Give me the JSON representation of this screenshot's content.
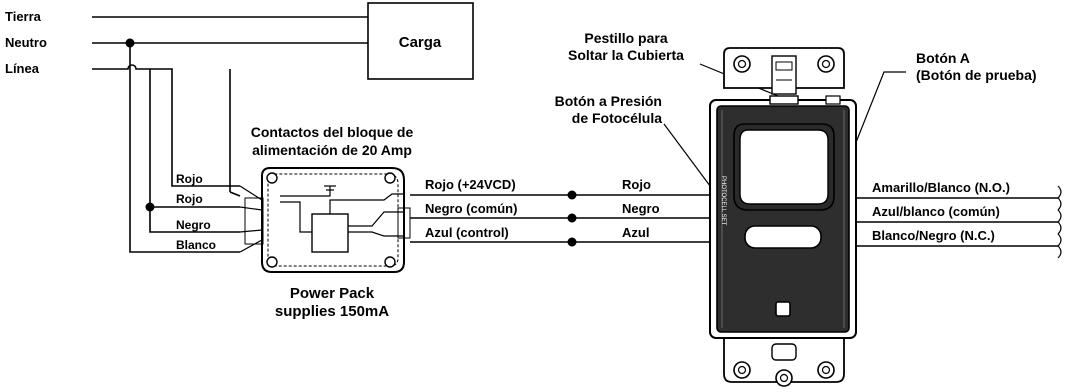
{
  "supply": {
    "ground": "Tierra",
    "neutral": "Neutro",
    "line": "Línea"
  },
  "load": {
    "label": "Carga"
  },
  "power_pack": {
    "title_line1": "Contactos del bloque de",
    "title_line2": "alimentación de 20 Amp",
    "input_wires": [
      "Rojo",
      "Rojo",
      "Negro",
      "Blanco"
    ],
    "caption_line1": "Power Pack",
    "caption_line2": "supplies 150mA"
  },
  "pack_outputs": [
    {
      "label": "Rojo (+24VCD)",
      "wire": "Rojo"
    },
    {
      "label": "Negro (común)",
      "wire": "Negro"
    },
    {
      "label": "Azul (control)",
      "wire": "Azul"
    }
  ],
  "sensor": {
    "latch_line1": "Pestillo para",
    "latch_line2": "Soltar la Cubierta",
    "photocell_line1": "Botón a Presión",
    "photocell_line2": "de Fotocélula",
    "button_a_line1": "Botón A",
    "button_a_line2": "(Botón de prueba)",
    "side_text": "PHOTOCELL SET"
  },
  "relay_outputs": [
    "Amarillo/Blanco (N.O.)",
    "Azul/blanco (común)",
    "Blanco/Negro (N.C.)"
  ]
}
